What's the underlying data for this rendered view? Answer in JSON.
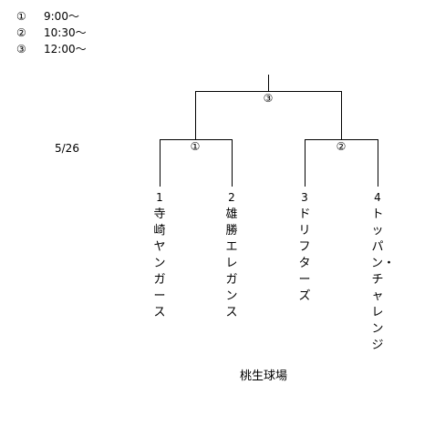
{
  "schedule": [
    {
      "num": "①",
      "time": "9:00～"
    },
    {
      "num": "②",
      "time": "10:30～"
    },
    {
      "num": "③",
      "time": "12:00～"
    }
  ],
  "date": "5/26",
  "matches": {
    "m1": "①",
    "m2": "②",
    "m3": "③"
  },
  "teams": [
    {
      "num": "1",
      "name": "寺崎ヤンガース"
    },
    {
      "num": "2",
      "name": "雄勝エレガンス"
    },
    {
      "num": "3",
      "name": "ドリフターズ"
    },
    {
      "num": "4",
      "name": "トッパン・チャレンジ"
    }
  ],
  "venue": "桃生球場"
}
